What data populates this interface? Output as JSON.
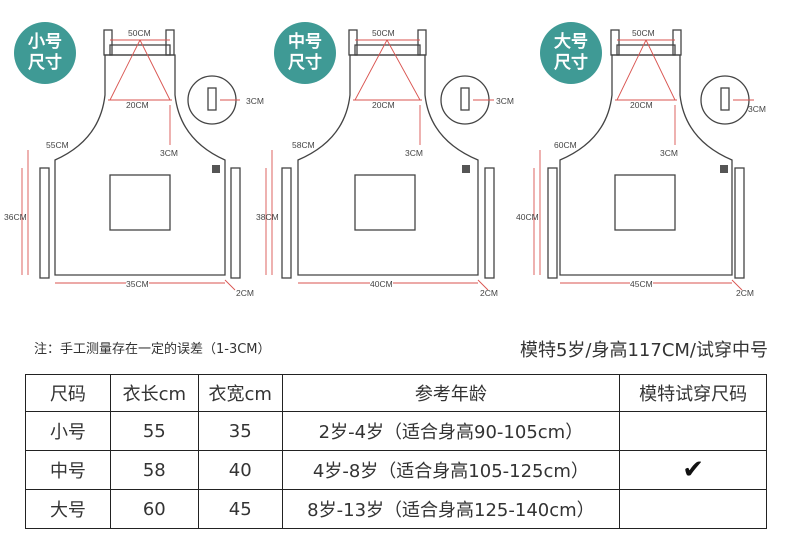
{
  "diagrams": [
    {
      "badge": "小号\n尺寸",
      "top_width": "50CM",
      "neck": "20CM",
      "strap": "3CM",
      "strap2": "3CM",
      "length": "55CM",
      "pocket_height": "36CM",
      "width": "35CM",
      "side": "2CM"
    },
    {
      "badge": "中号\n尺寸",
      "top_width": "50CM",
      "neck": "20CM",
      "strap": "3CM",
      "strap2": "3CM",
      "length": "58CM",
      "pocket_height": "38CM",
      "width": "40CM",
      "side": "2CM"
    },
    {
      "badge": "大号\n尺寸",
      "top_width": "50CM",
      "neck": "20CM",
      "strap": "3CM",
      "strap2": "3CM",
      "length": "60CM",
      "pocket_height": "40CM",
      "width": "45CM",
      "side": "2CM"
    }
  ],
  "note": "注：手工测量存在一定的误差（1-3CM）",
  "model_info": "模特5岁/身高117CM/试穿中号",
  "table": {
    "headers": [
      "尺码",
      "衣长cm",
      "衣宽cm",
      "参考年龄",
      "模特试穿尺码"
    ],
    "rows": [
      {
        "size": "小号",
        "length": "55",
        "width": "35",
        "age": "2岁-4岁（适合身高90-105cm）",
        "model": ""
      },
      {
        "size": "中号",
        "length": "58",
        "width": "40",
        "age": "4岁-8岁（适合身高105-125cm）",
        "model": "✔"
      },
      {
        "size": "大号",
        "length": "60",
        "width": "45",
        "age": "8岁-13岁（适合身高125-140cm）",
        "model": ""
      }
    ]
  },
  "colors": {
    "accent": "#3f9a95",
    "dimension_line": "#d9534f",
    "apron_line": "#333333"
  }
}
